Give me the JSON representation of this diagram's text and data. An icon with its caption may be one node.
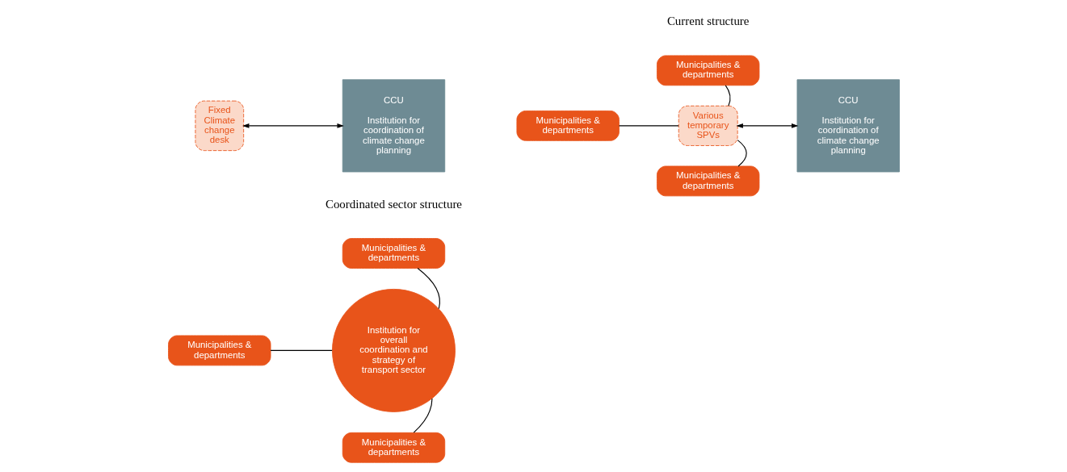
{
  "diagram": {
    "nodes": [
      {
        "text": [
          "Municipalities & departments"
        ]
      },
      {
        "text": [
          "Municipalities & departments"
        ]
      },
      {
        "text": [
          "Institution for overall coordination and strategy of transport sector"
        ]
      },
      {
        "text": [
          "Fixed Climate change desk"
        ]
      },
      {
        "text": [
          "Municipalities & departments"
        ]
      },
      {
        "text": [
          "CCU",
          "Institution for coordination of climate change planning"
        ]
      },
      {
        "text": [
          "Municipalities & departments"
        ]
      },
      {
        "text": [
          "Municipalities & departments"
        ]
      },
      {
        "text": [
          "Various temporary SPVs"
        ]
      },
      {
        "text": [
          "Municipalities & departments"
        ]
      },
      {
        "text": [
          "CCU",
          "Institution for coordination of climate change planning"
        ]
      }
    ],
    "edges": [
      {
        "from": 0,
        "to": 2,
        "arrow": "none"
      },
      {
        "from": 1,
        "to": 2,
        "arrow": "none"
      },
      {
        "from": 4,
        "to": 2,
        "arrow": "none"
      },
      {
        "from": 3,
        "to": 5,
        "arrow": "both"
      },
      {
        "from": 6,
        "to": 8,
        "arrow": "none"
      },
      {
        "from": 7,
        "to": 8,
        "arrow": "none"
      },
      {
        "from": 9,
        "to": 8,
        "arrow": "none"
      },
      {
        "from": 8,
        "to": 10,
        "arrow": "both"
      }
    ],
    "labels": [
      "Coordinated sector structure",
      "Current structure"
    ]
  }
}
